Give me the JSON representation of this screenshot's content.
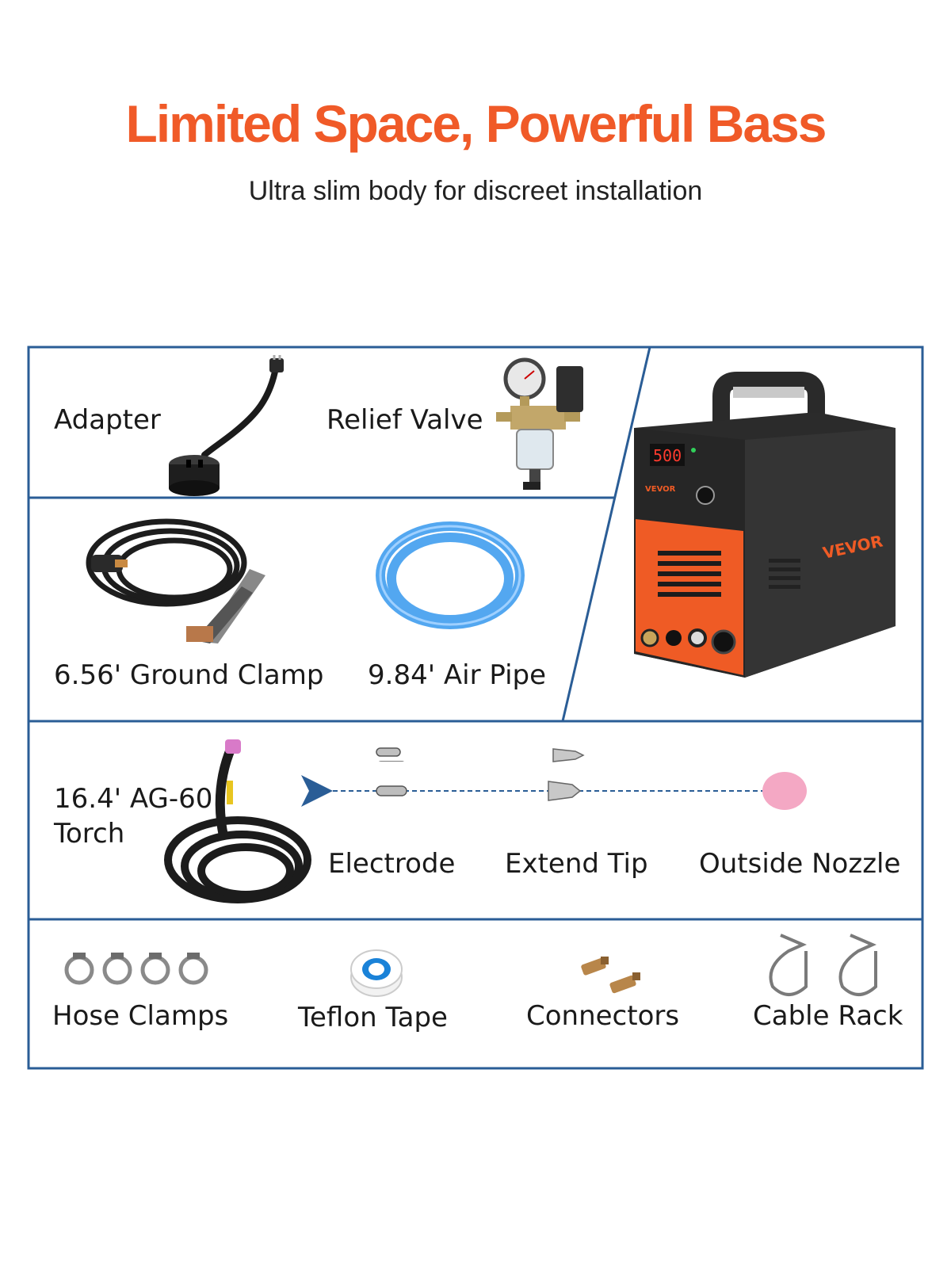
{
  "header": {
    "title": "Limited Space, Powerful Bass",
    "subtitle": "Ultra slim body for discreet installation"
  },
  "colors": {
    "headline": "#f05a28",
    "frame": "#2a5d96",
    "machine_orange": "#ef5b25",
    "machine_body": "#2b2b2b",
    "hose_blue": "#4aa3f0"
  },
  "items": {
    "adapter": "Adapter",
    "relief_valve": "Relief Valve",
    "ground_clamp": "6.56' Ground Clamp",
    "air_pipe": "9.84' Air Pipe",
    "torch_line1": "16.4'  AG-60",
    "torch_line2": "Torch",
    "electrode": "Electrode",
    "extend_tip": "Extend Tip",
    "outside_nozzle": "Outside Nozzle",
    "hose_clamps": "Hose Clamps",
    "teflon_tape": "Teflon Tape",
    "connectors": "Connectors",
    "cable_rack": "Cable Rack"
  },
  "machine": {
    "display_value": "500",
    "brand": "VEVOR"
  }
}
